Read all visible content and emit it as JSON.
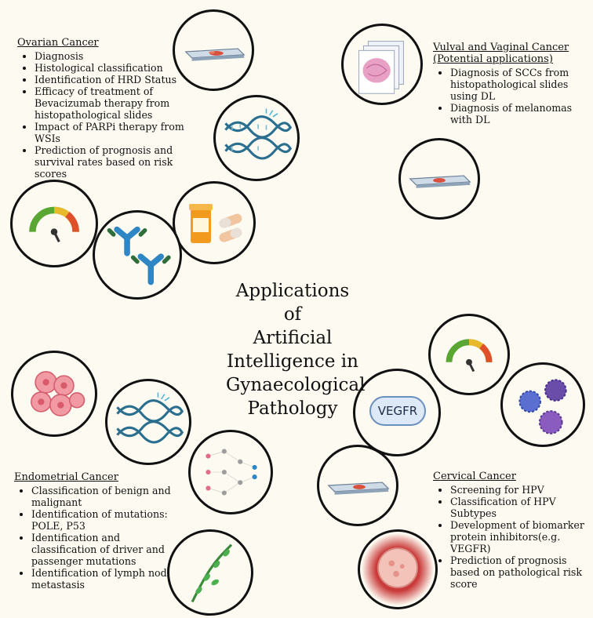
{
  "title": [
    "Applications of",
    "Artificial",
    "Intelligence in",
    "Gynaecological",
    "Pathology"
  ],
  "ovarian": {
    "heading": "Ovarian Cancer",
    "items": [
      "Diagnosis",
      "Histological classification",
      "Identification of HRD Status",
      "Efficacy of treatment of Bevacizumab therapy from histopathological slides",
      "Impact of PARPi therapy from WSIs",
      "Prediction of prognosis and survival rates based on risk scores"
    ]
  },
  "vulval": {
    "heading": "Vulval and Vaginal Cancer (Potential applications)",
    "items": [
      "Diagnosis of SCCs from histopathological slides using DL",
      "Diagnosis of melanomas with DL"
    ]
  },
  "endometrial": {
    "heading": "Endometrial Cancer",
    "items": [
      "Classification of benign and malignant",
      "Identification of mutations: POLE, P53",
      "Identification and classification of driver and passenger mutations",
      "Identification of lymph node metastasis"
    ]
  },
  "cervical": {
    "heading": "Cervical Cancer",
    "items": [
      "Screening for HPV",
      "Classification of HPV Subtypes",
      "Development of biomarker protein inhibitors(e.g. VEGFR)",
      "Prediction of prognosis based on pathological risk score"
    ]
  },
  "vegfr_label": "VEGFR",
  "colors": {
    "background": "#fdfbf1",
    "dna": "#2a6f8f",
    "antibody": "#2f86c5",
    "gauge_red": "#e0502a",
    "gauge_green": "#5aa632",
    "pill": "#f29a1d"
  },
  "icons": [
    "slide-icon",
    "dna-icon",
    "pill-bottle-icon",
    "antibody-icon",
    "gauge-icon",
    "tissue-stack-icon",
    "cells-icon",
    "neural-network-icon",
    "lymph-vessel-icon",
    "virus-icon",
    "tumor-icon"
  ]
}
